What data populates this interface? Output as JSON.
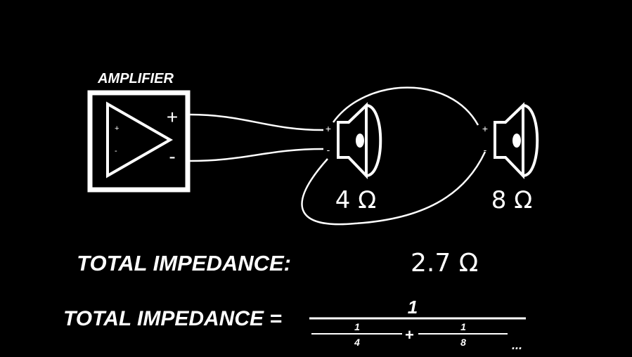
{
  "amplifier": {
    "label": "AMPLIFIER",
    "out_plus": "+",
    "out_minus": "-",
    "in_plus": "+",
    "in_minus": "-"
  },
  "speakers": [
    {
      "impedance": "4 Ω",
      "plus": "+",
      "minus": "-"
    },
    {
      "impedance": "8 Ω",
      "plus": "+",
      "minus": "-"
    }
  ],
  "total": {
    "label": "TOTAL IMPEDANCE:",
    "value": "2.7 Ω"
  },
  "formula": {
    "lhs": "TOTAL IMPEDANCE =",
    "numerator": "1",
    "term1_num": "1",
    "term1_den": "4",
    "plus": "+",
    "term2_num": "1",
    "term2_den": "8",
    "ellipsis": "..."
  },
  "colors": {
    "background": "#000000",
    "foreground": "#ffffff"
  }
}
